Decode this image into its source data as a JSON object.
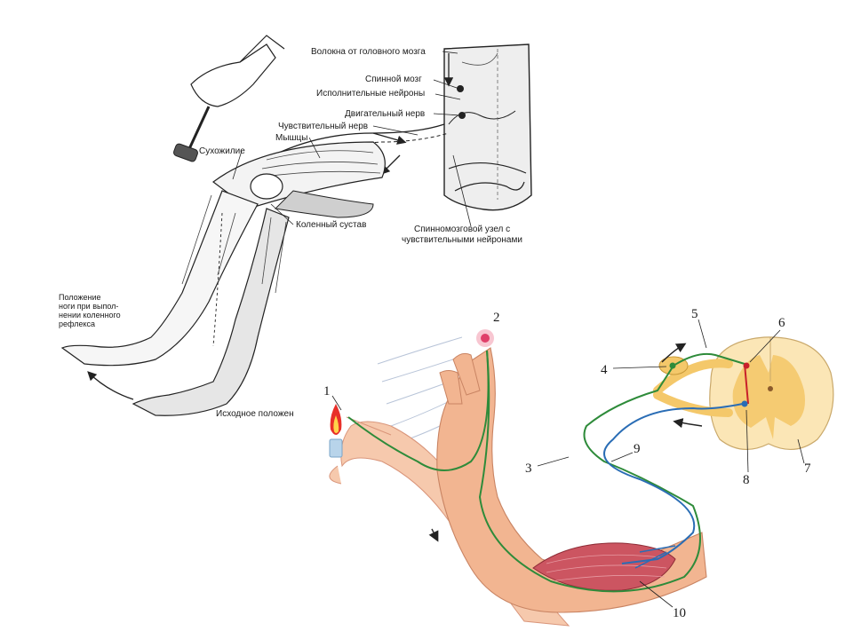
{
  "knee_reflex": {
    "labels": {
      "brain_fibers": "Волокна от головного мозга",
      "spinal_cord": "Спинной мозг",
      "effector_neurons": "Исполнительные нейроны",
      "motor_nerve": "Двигательный нерв",
      "sensory_nerve": "Чувствительный нерв",
      "muscles": "Мышцы",
      "tendon": "Сухожилие",
      "knee_joint": "Коленный сустав",
      "ganglion_line1": "Спинномозговой узел с",
      "ganglion_line2": "чувствительными нейронами",
      "leg_pos_line1": "Положение",
      "leg_pos_line2": "ноги при выпол-",
      "leg_pos_line3": "нении коленного",
      "leg_pos_line4": "рефлекса",
      "start_position": "Исходное положен"
    }
  },
  "withdrawal_reflex": {
    "numbers": [
      "1",
      "2",
      "3",
      "4",
      "5",
      "6",
      "7",
      "8",
      "9",
      "10"
    ],
    "colors": {
      "sensory_path": "#2e8b3a",
      "motor_path": "#2a6db5",
      "interneuron": "#c8202a",
      "skin": "#f2b591",
      "spinal_cord": "#fbe6b6",
      "gray_matter": "#f4c86a",
      "muscle": "#c8505a",
      "flame": "#e8302a"
    }
  }
}
